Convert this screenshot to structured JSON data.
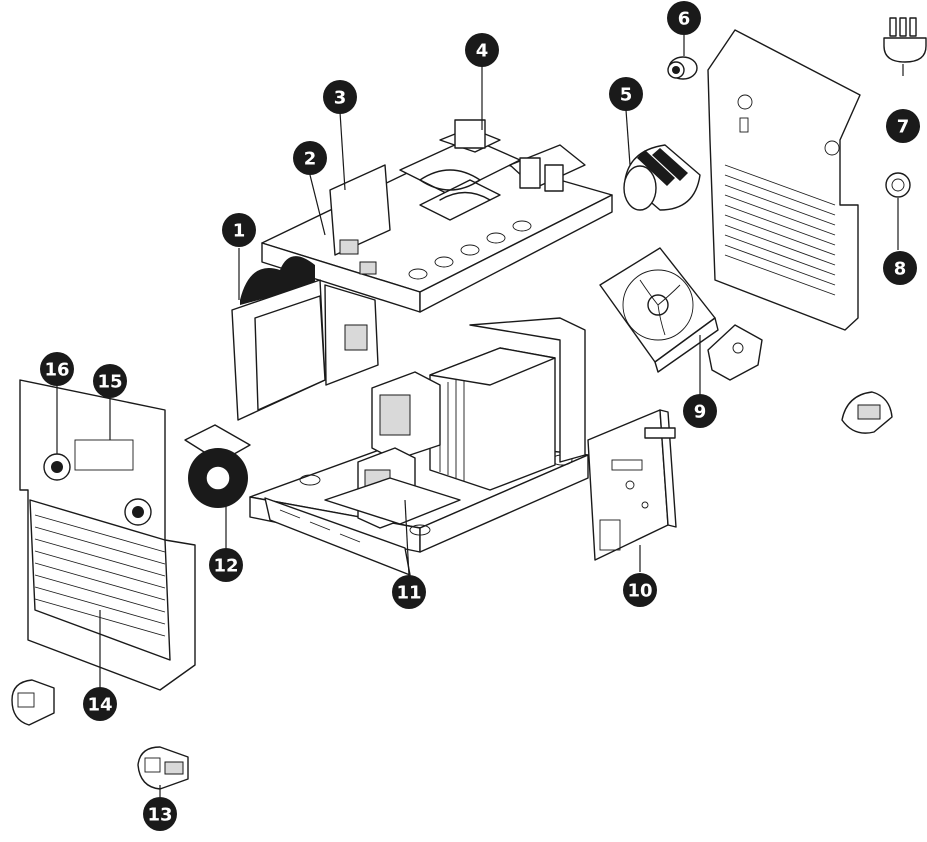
{
  "callouts": [
    "1",
    "2",
    "3",
    "4",
    "5",
    "6",
    "7",
    "8",
    "9",
    "10",
    "11",
    "12",
    "13",
    "14",
    "15",
    "16"
  ],
  "colors": {
    "line": "#1a1a1a",
    "badge_fill": "#1a1a1a",
    "badge_text": "#ffffff",
    "background": "#ffffff"
  }
}
